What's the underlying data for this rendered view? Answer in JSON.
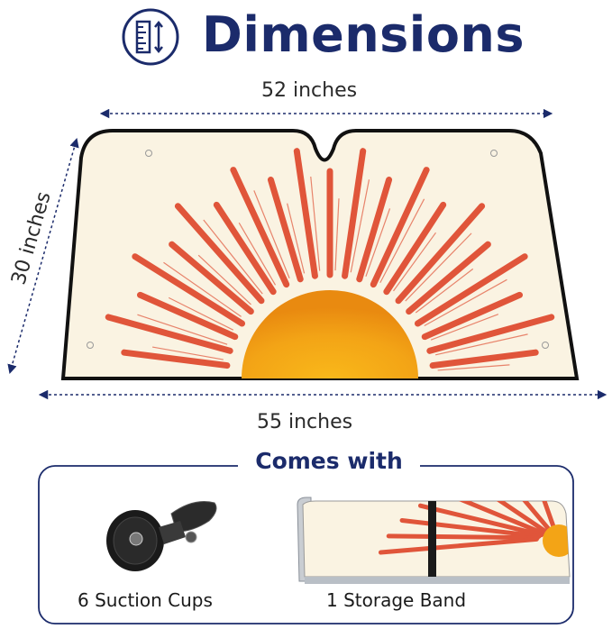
{
  "header": {
    "title": "Dimensions"
  },
  "dimensions": {
    "top_width": "52 inches",
    "bottom_width": "55 inches",
    "height": "30 inches"
  },
  "comes_with": {
    "title": "Comes with",
    "items": [
      {
        "label": "6 Suction Cups"
      },
      {
        "label": "1 Storage Band"
      }
    ]
  },
  "colors": {
    "navy": "#1b2b6b",
    "sun_orange": "#f5a018",
    "ray_red": "#e0553a",
    "shade_cream": "#faf3e2"
  }
}
